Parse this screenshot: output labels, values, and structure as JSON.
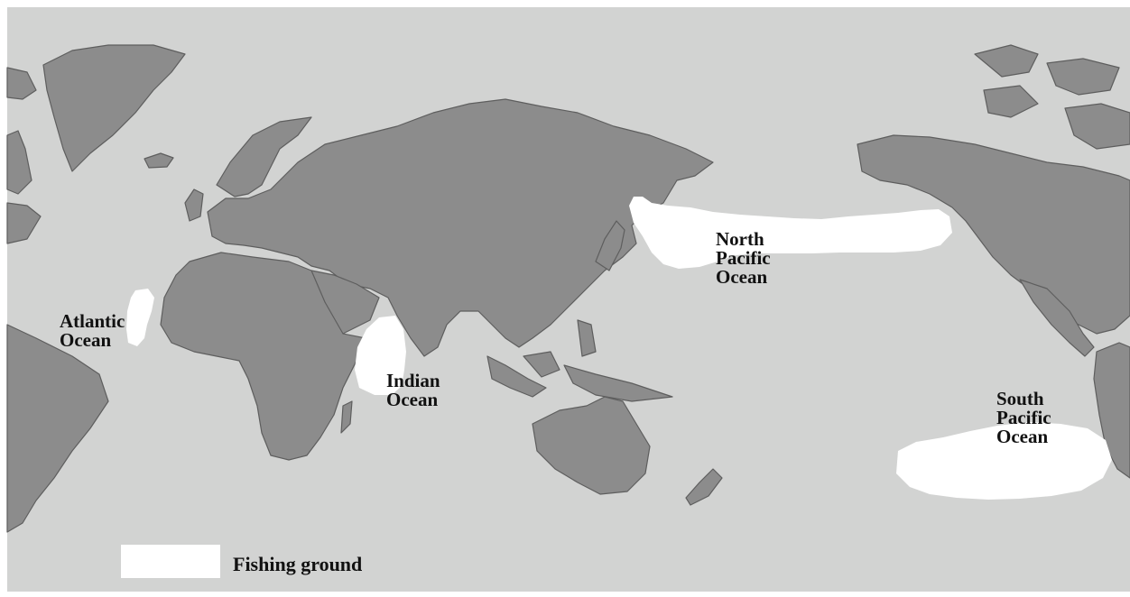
{
  "map": {
    "background": "#d2d3d2",
    "land_color": "#8c8c8c",
    "fishing_ground_color": "#ffffff",
    "labels": {
      "atlantic": "Atlantic\nOcean",
      "indian": "Indian\nOcean",
      "north_pacific": "North\nPacific\nOcean",
      "south_pacific": "South\nPacific\nOcean"
    },
    "legend": {
      "label": "Fishing ground"
    }
  }
}
